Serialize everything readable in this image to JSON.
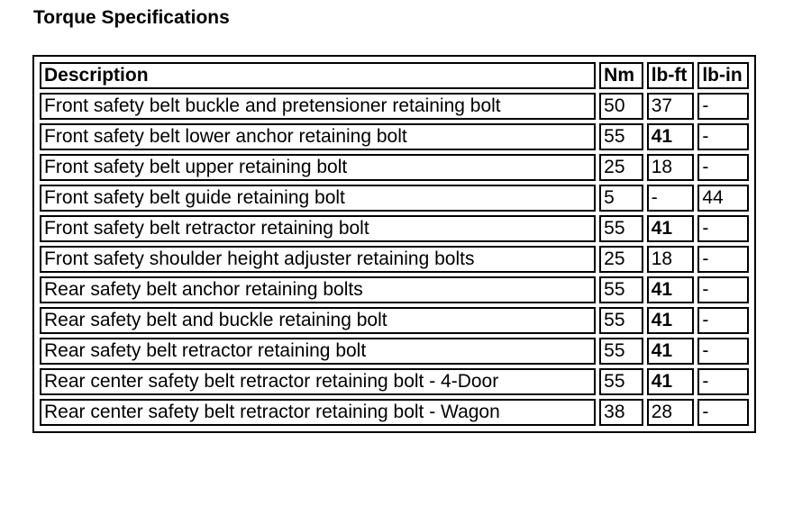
{
  "title": "Torque Specifications",
  "table": {
    "headers": [
      "Description",
      "Nm",
      "lb-ft",
      "lb-in"
    ],
    "rows": [
      [
        "Front safety belt buckle and pretensioner retaining bolt",
        "50",
        "37",
        "-"
      ],
      [
        "Front safety belt lower anchor retaining bolt",
        "55",
        "41",
        "-"
      ],
      [
        "Front safety belt upper retaining bolt",
        "25",
        "18",
        "-"
      ],
      [
        "Front safety belt guide retaining bolt",
        "5",
        "-",
        "44"
      ],
      [
        "Front safety belt retractor retaining bolt",
        "55",
        "41",
        "-"
      ],
      [
        "Front safety shoulder height adjuster retaining bolts",
        "25",
        "18",
        "-"
      ],
      [
        "Rear safety belt anchor retaining bolts",
        "55",
        "41",
        "-"
      ],
      [
        "Rear safety belt and buckle retaining bolt",
        "55",
        "41",
        "-"
      ],
      [
        "Rear safety belt retractor retaining bolt",
        "55",
        "41",
        "-"
      ],
      [
        "Rear center safety belt retractor retaining bolt - 4-Door",
        "55",
        "41",
        "-"
      ],
      [
        "Rear center safety belt retractor retaining bolt - Wagon",
        "38",
        "28",
        "-"
      ]
    ]
  }
}
